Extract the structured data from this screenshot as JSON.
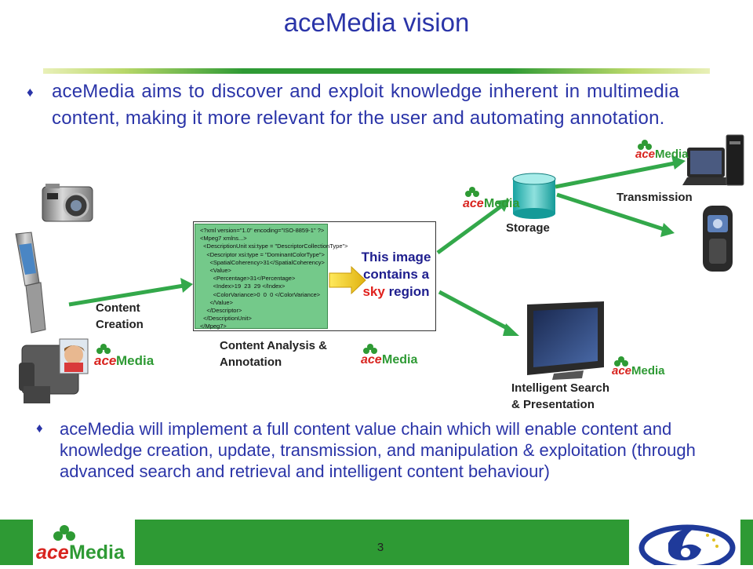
{
  "slide": {
    "title": "aceMedia vision",
    "page_number": "3"
  },
  "bullets": [
    {
      "text": "aceMedia aims to discover and exploit knowledge inherent in multimedia content, making it more relevant for the user and automating annotation."
    },
    {
      "text": "aceMedia will implement a full content value chain which will enable content and knowledge creation, update, transmission, and manipulation & exploitation (through advanced search and retrieval and intelligent content behaviour)"
    }
  ],
  "diagram": {
    "labels": {
      "content_creation": [
        "Content",
        "Creation"
      ],
      "analysis": [
        "Content Analysis &",
        "Annotation"
      ],
      "storage": "Storage",
      "transmission": "Transmission",
      "search": [
        "Intelligent Search",
        "& Presentation"
      ]
    },
    "xml_lines": [
      "<?xml version=\"1.0\" encoding=\"ISO-8859-1\" ?>",
      "<Mpeg7 xmlns...>",
      "  <DescriptionUnit xsi:type = \"DescriptorCollectionType\">",
      "    <Descriptor xsi:type = \"DominantColorType\">",
      "      <SpatialCoherency>31</SpatialCoherency>",
      "      <Value>",
      "        <Percentage>31</Percentage>",
      "        <Index>19  23  29 </Index>",
      "        <ColorVariance>0  0  0 </ColorVariance>",
      "      </Value>",
      "    </Descriptor>",
      "  </DescriptionUnit>",
      "</Mpeg7>"
    ],
    "annotation": {
      "line1": "This image",
      "line2": "contains a",
      "line3_red": "sky",
      "line3_rest": " region"
    },
    "logo_text": {
      "ace": "ace",
      "media": "Media"
    }
  },
  "colors": {
    "title_blue": "#2a34a8",
    "brand_green": "#2e9a34",
    "arrow_green": "#33a84a",
    "logo_red": "#d8231e",
    "logo_green": "#2e9a34"
  },
  "icons": {
    "bullet": "diamond-bullet-icon",
    "logos": "acemedia-logo",
    "eu_logo": "eu-fp6-logo"
  }
}
